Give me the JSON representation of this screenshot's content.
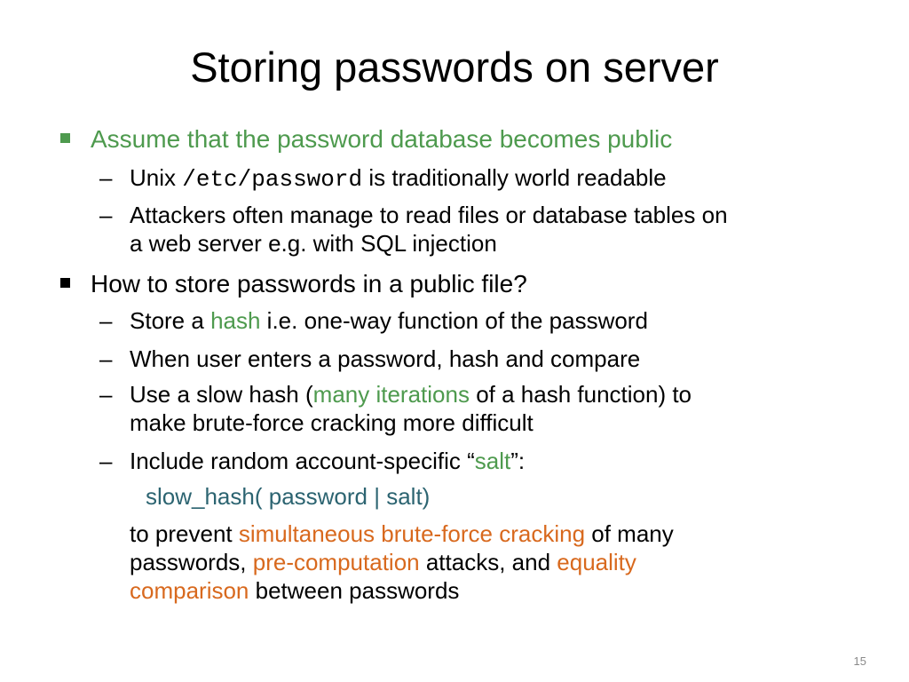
{
  "slide": {
    "title": "Storing passwords on server",
    "page_number": "15",
    "colors": {
      "text": "#000000",
      "green": "#4e9a4e",
      "orange": "#d8691e",
      "teal": "#2c6471",
      "page_number": "#8a8a8a"
    },
    "icons": {
      "level1_bullet": "square-bullet",
      "level2_bullet": "en-dash"
    },
    "dash": "–",
    "bullets": [
      {
        "text": "Assume that the password database becomes public",
        "sub": [
          {
            "prefix": "Unix",
            "code": "/etc/password",
            "suffix": "is traditionally world readable"
          },
          {
            "line1": "Attackers often manage to read files or database tables on",
            "line2": "a web server e.g. with SQL injection"
          }
        ]
      },
      {
        "text": "How to store passwords in a public file?",
        "sub": [
          {
            "before": "Store a ",
            "highlight": "hash",
            "after": " i.e. one-way function of the password"
          },
          {
            "text": "When user enters a password, hash and compare"
          },
          {
            "before": "Use a slow hash (",
            "highlight": "many iterations",
            "after": " of a hash function) to",
            "line2": "make brute-force cracking more difficult"
          },
          {
            "before": "Include random account-specific “",
            "highlight": "salt",
            "after": "”:",
            "formula": "slow_hash( password | salt)",
            "cont1_before": "to prevent ",
            "cont1_highlight": "simultaneous brute-force cracking",
            "cont1_after": " of many",
            "cont2_before": "passwords, ",
            "cont2_highlight": "pre-computation",
            "cont2_mid": " attacks, and ",
            "cont2_highlight2": "equality",
            "cont3_highlight": "comparison",
            "cont3_after": " between passwords"
          }
        ]
      }
    ]
  }
}
